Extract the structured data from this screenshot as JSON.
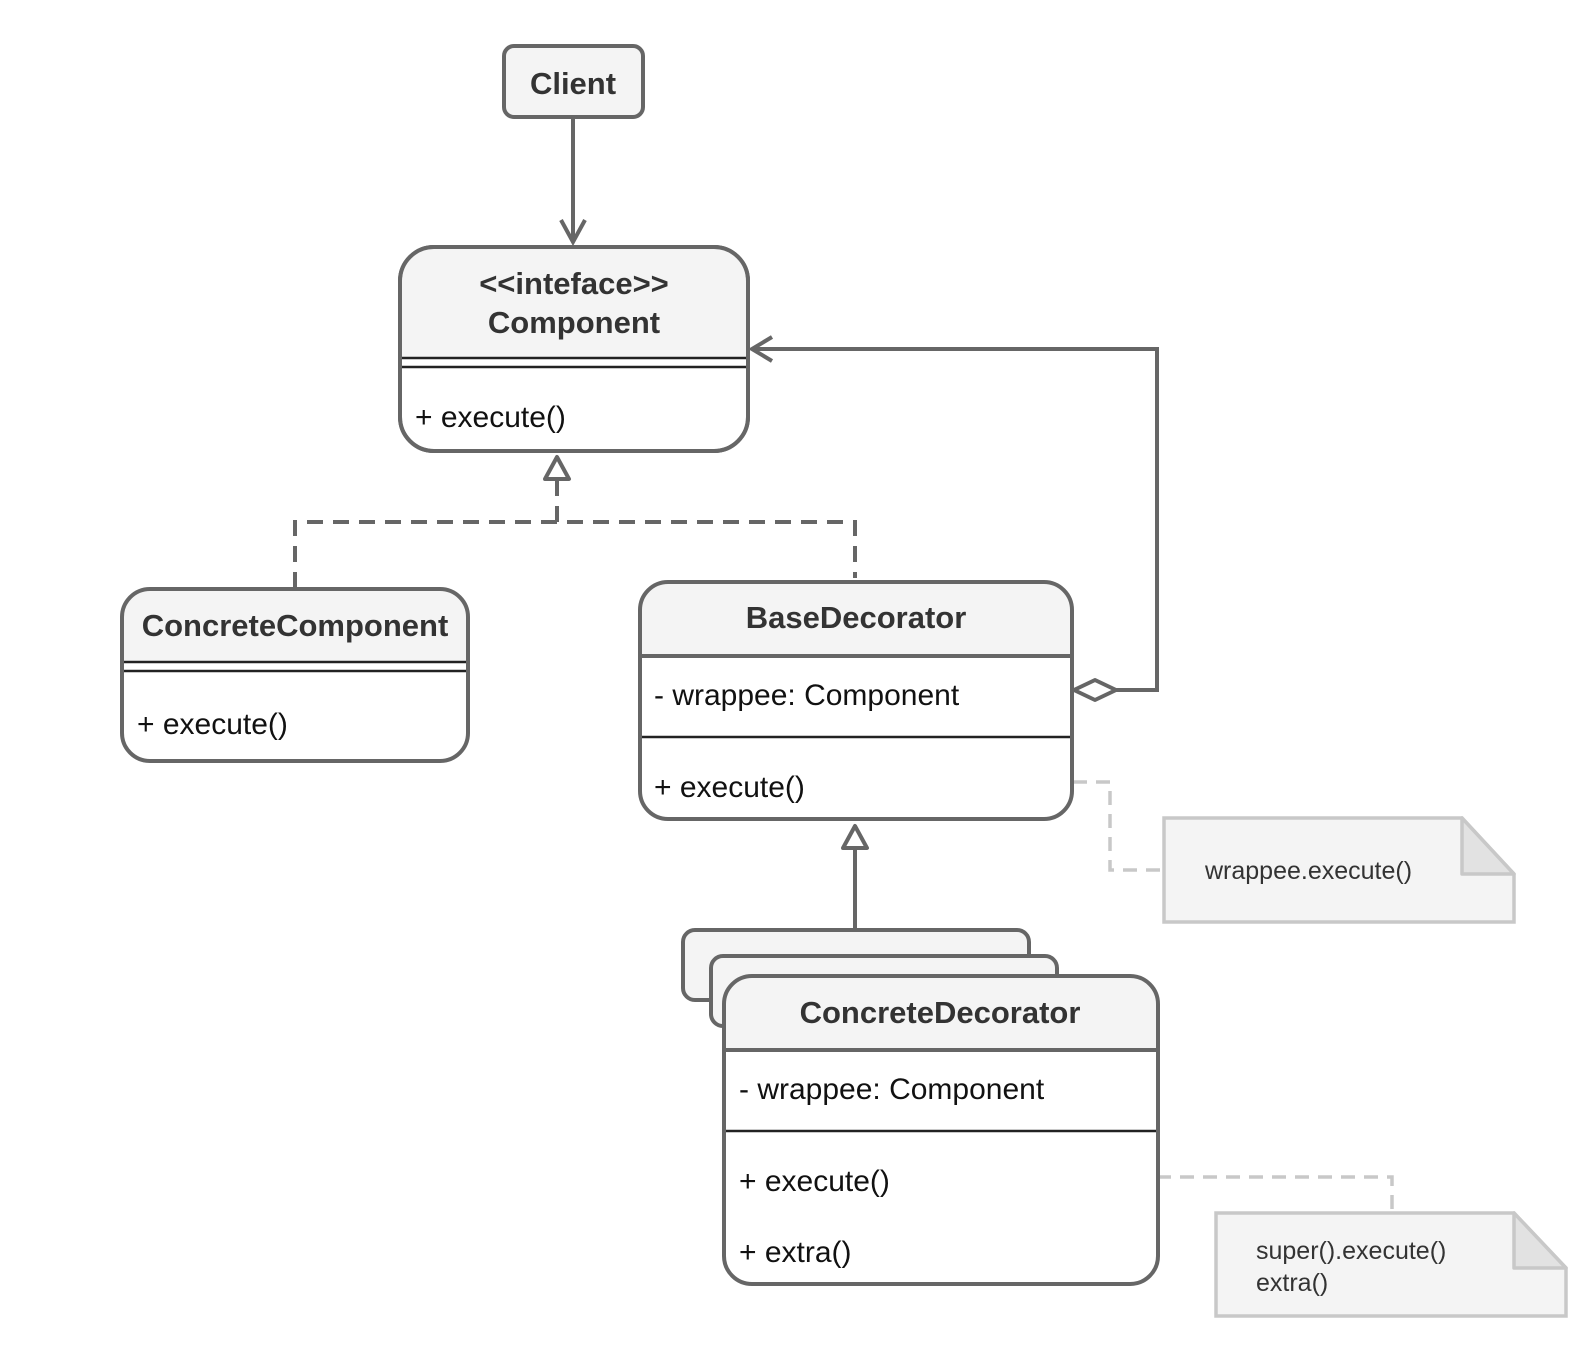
{
  "client": {
    "name": "Client"
  },
  "component": {
    "stereotype": "<<inteface>>",
    "name": "Component",
    "methods": [
      "+ execute()"
    ]
  },
  "concrete_component": {
    "name": "ConcreteComponent",
    "methods": [
      "+ execute()"
    ]
  },
  "base_decorator": {
    "name": "BaseDecorator",
    "fields": [
      "- wrappee: Component"
    ],
    "methods": [
      "+ execute()"
    ]
  },
  "concrete_decorator": {
    "name": "ConcreteDecorator",
    "fields": [
      "- wrappee: Component"
    ],
    "methods": [
      "+ execute()",
      "+ extra()"
    ]
  },
  "notes": {
    "base_execute": [
      "wrappee.execute()"
    ],
    "concrete_execute": [
      "super().execute()",
      "extra()"
    ]
  },
  "colors": {
    "stroke": "#666666",
    "header_fill": "#f4f4f4",
    "note_stroke": "#c8c8c8"
  }
}
